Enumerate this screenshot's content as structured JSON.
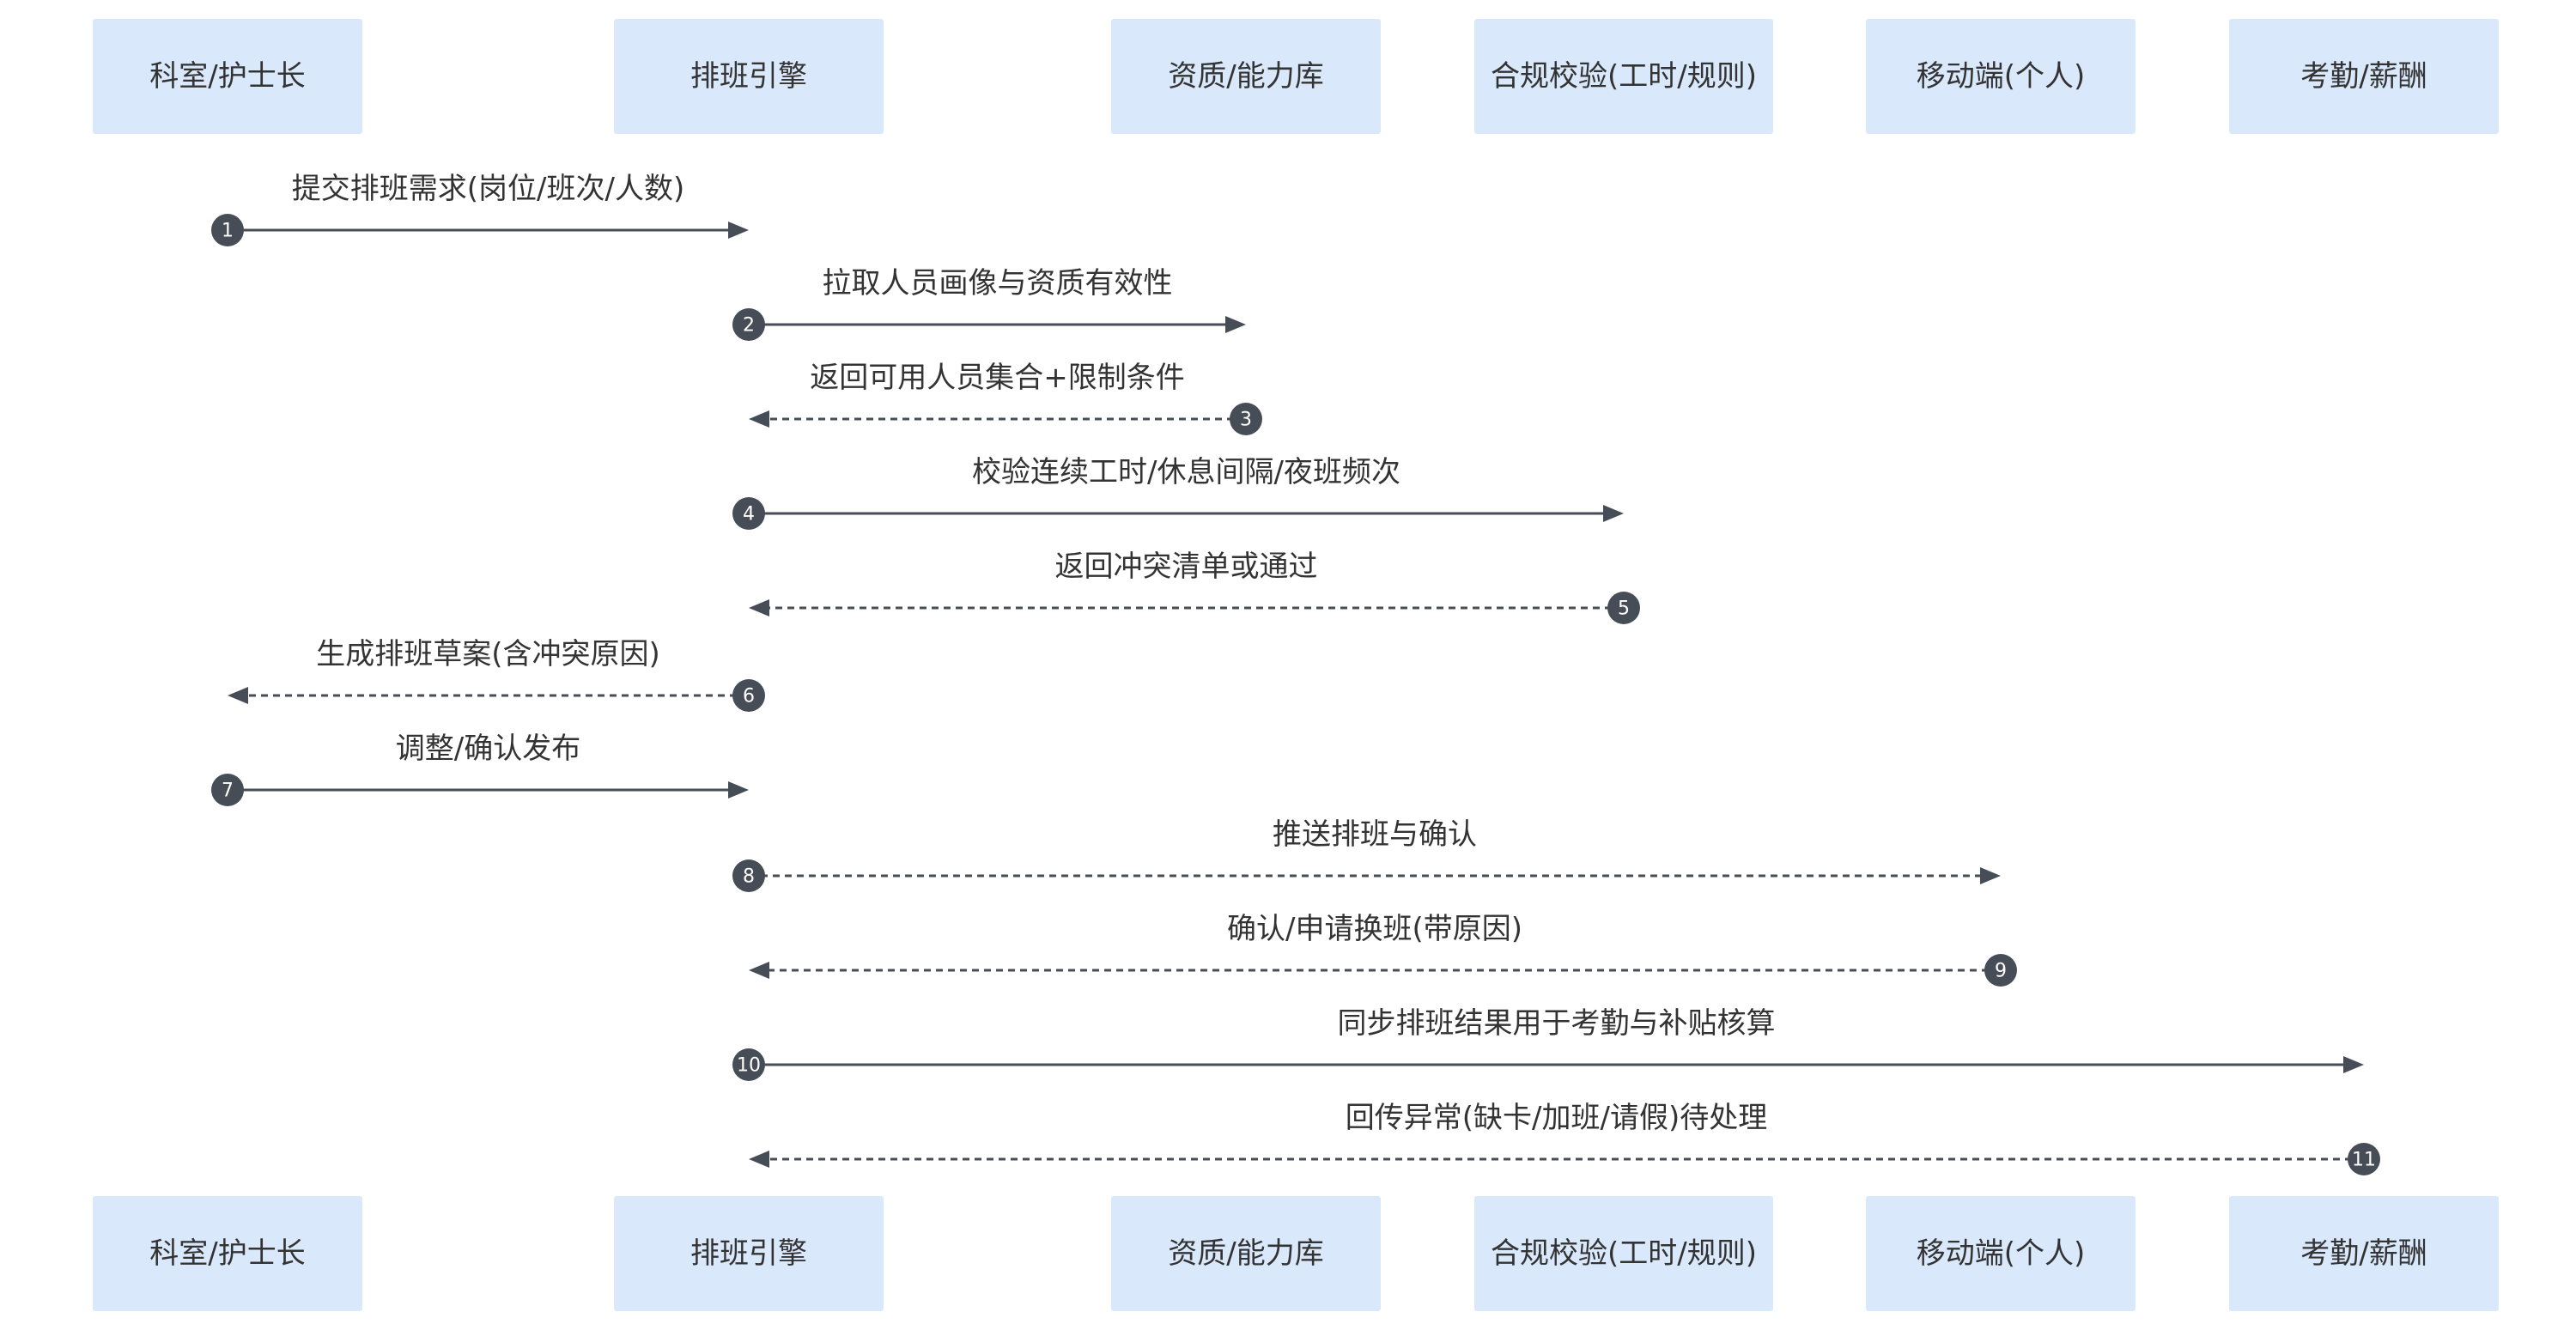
{
  "actors": [
    {
      "id": "dept",
      "label": "科室/护士长"
    },
    {
      "id": "engine",
      "label": "排班引擎"
    },
    {
      "id": "qual",
      "label": "资质/能力库"
    },
    {
      "id": "compliance",
      "label": "合规校验(工时/规则)"
    },
    {
      "id": "mobile",
      "label": "移动端(个人)"
    },
    {
      "id": "payroll",
      "label": "考勤/薪酬"
    }
  ],
  "messages": [
    {
      "num": "1",
      "from": "dept",
      "to": "engine",
      "style": "solid",
      "label": "提交排班需求(岗位/班次/人数)"
    },
    {
      "num": "2",
      "from": "engine",
      "to": "qual",
      "style": "solid",
      "label": "拉取人员画像与资质有效性"
    },
    {
      "num": "3",
      "from": "qual",
      "to": "engine",
      "style": "dashed",
      "label": "返回可用人员集合+限制条件"
    },
    {
      "num": "4",
      "from": "engine",
      "to": "compliance",
      "style": "solid",
      "label": "校验连续工时/休息间隔/夜班频次"
    },
    {
      "num": "5",
      "from": "compliance",
      "to": "engine",
      "style": "dashed",
      "label": "返回冲突清单或通过"
    },
    {
      "num": "6",
      "from": "engine",
      "to": "dept",
      "style": "dashed",
      "label": "生成排班草案(含冲突原因)"
    },
    {
      "num": "7",
      "from": "dept",
      "to": "engine",
      "style": "solid",
      "label": "调整/确认发布"
    },
    {
      "num": "8",
      "from": "engine",
      "to": "mobile",
      "style": "dashed",
      "label": "推送排班与确认"
    },
    {
      "num": "9",
      "from": "mobile",
      "to": "engine",
      "style": "dashed",
      "label": "确认/申请换班(带原因)"
    },
    {
      "num": "10",
      "from": "engine",
      "to": "payroll",
      "style": "solid",
      "label": "同步排班结果用于考勤与补贴核算"
    },
    {
      "num": "11",
      "from": "payroll",
      "to": "engine",
      "style": "dashed",
      "label": "回传异常(缺卡/加班/请假)待处理"
    }
  ]
}
